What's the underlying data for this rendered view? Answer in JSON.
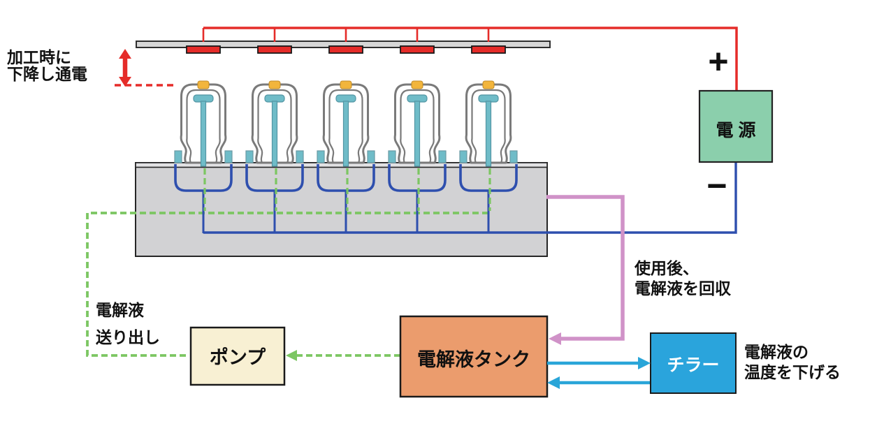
{
  "colors": {
    "red": "#e52c29",
    "blue": "#2e4fae",
    "pink": "#d092c8",
    "green": "#7cc662",
    "cyan": "#29a5d8",
    "teal": "#6fbcc8",
    "yellow": "#f2b53c",
    "plate": "#d6d6d6",
    "block": "#d2d2d4",
    "power_fill": "#8bcfac",
    "tank_fill": "#eb9c6d",
    "pump_fill": "#f8f0d3",
    "chiller_fill": "#2aa4dc"
  },
  "labels": {
    "machining_note_line1": "加工時に",
    "machining_note_line2": "下降し通電",
    "plus": "+",
    "minus": "−",
    "power_supply": "電 源",
    "collect_note_line1": "使用後、",
    "collect_note_line2": "電解液を回収",
    "tank": "電解液タンク",
    "pump": "ポンプ",
    "chiller": "チラー",
    "sendout_note_line1": "電解液",
    "sendout_note_line2": "送り出し",
    "cooling_note_line1": "電解液の",
    "cooling_note_line2": "温度を下げる"
  }
}
